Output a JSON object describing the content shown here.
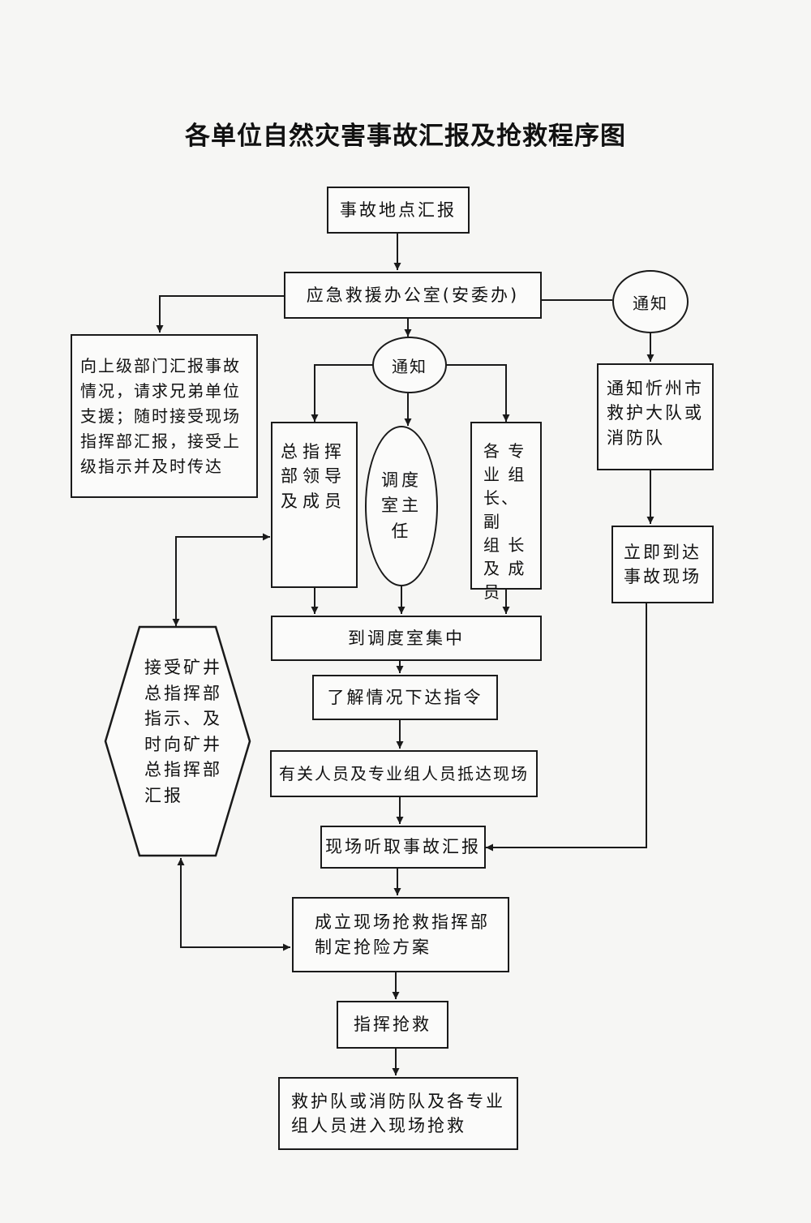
{
  "title": "各单位自然灾害事故汇报及抢救程序图",
  "nodes": {
    "report_site": "事故地点汇报",
    "emergency_office": "应急救援办公室(安委办)",
    "notify_left": "通知",
    "notify_right": "通知",
    "report_upper": "向上级部门汇报事故\n情况，请求兄弟单位\n支援；随时接受现场\n指挥部汇报，接受上\n级指示并及时传达",
    "commander": "总指挥\n部领导\n及成员",
    "dispatch_director": "调度\n室主\n任",
    "specialist_groups": "各 专\n业 组\n长、副\n组 长\n及 成\n员",
    "notify_city": "通知忻州市\n救护大队或\n消防队",
    "arrive_site": "立即到达\n事故现场",
    "gather_dispatch": "到调度室集中",
    "issue_orders": "了解情况下达指令",
    "personnel_arrive": "有关人员及专业组人员抵达现场",
    "site_report": "现场听取事故汇报",
    "mine_hq": "接受矿井\n总指挥部\n指示、及\n时向矿井\n总指挥部\n汇报",
    "establish_hq": "成立现场抢救指挥部\n制定抢险方案",
    "command_rescue": "指挥抢救",
    "teams_enter": "救护队或消防队及各专业\n组人员进入现场抢救"
  }
}
